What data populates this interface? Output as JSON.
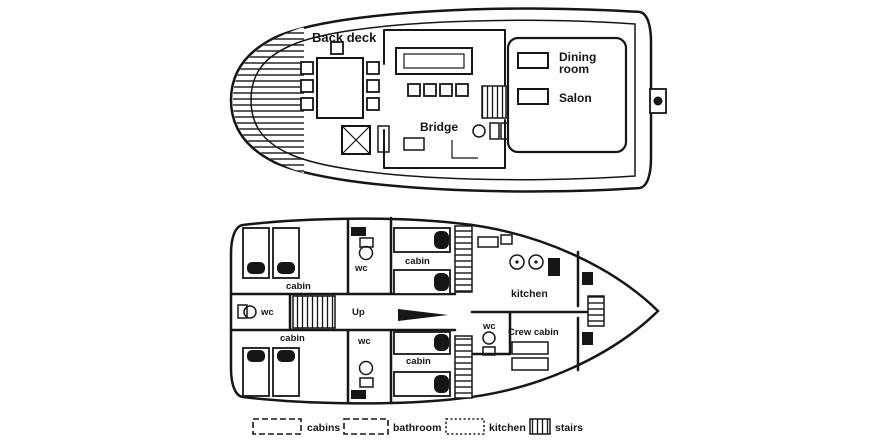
{
  "colors": {
    "ink": "#161616",
    "paper": "#ffffff"
  },
  "upper_deck": {
    "back_deck": "Back deck",
    "bridge": "Bridge",
    "dining_line1": "Dining",
    "dining_line2": "room",
    "salon": "Salon"
  },
  "lower_deck": {
    "cabin_left_top": "cabin",
    "cabin_left_bottom": "cabin",
    "cabin_mid_top": "cabin",
    "cabin_mid_bottom": "cabin",
    "wc_top": "wc",
    "wc_left": "wc",
    "wc_bottom": "wc",
    "wc_crew": "wc",
    "up": "Up",
    "kitchen": "kitchen",
    "crew_cabin": "Crew cabin"
  },
  "legend": {
    "cabins": "cabins",
    "bathroom": "bathroom",
    "kitchen": "kitchen",
    "stairs": "stairs"
  }
}
